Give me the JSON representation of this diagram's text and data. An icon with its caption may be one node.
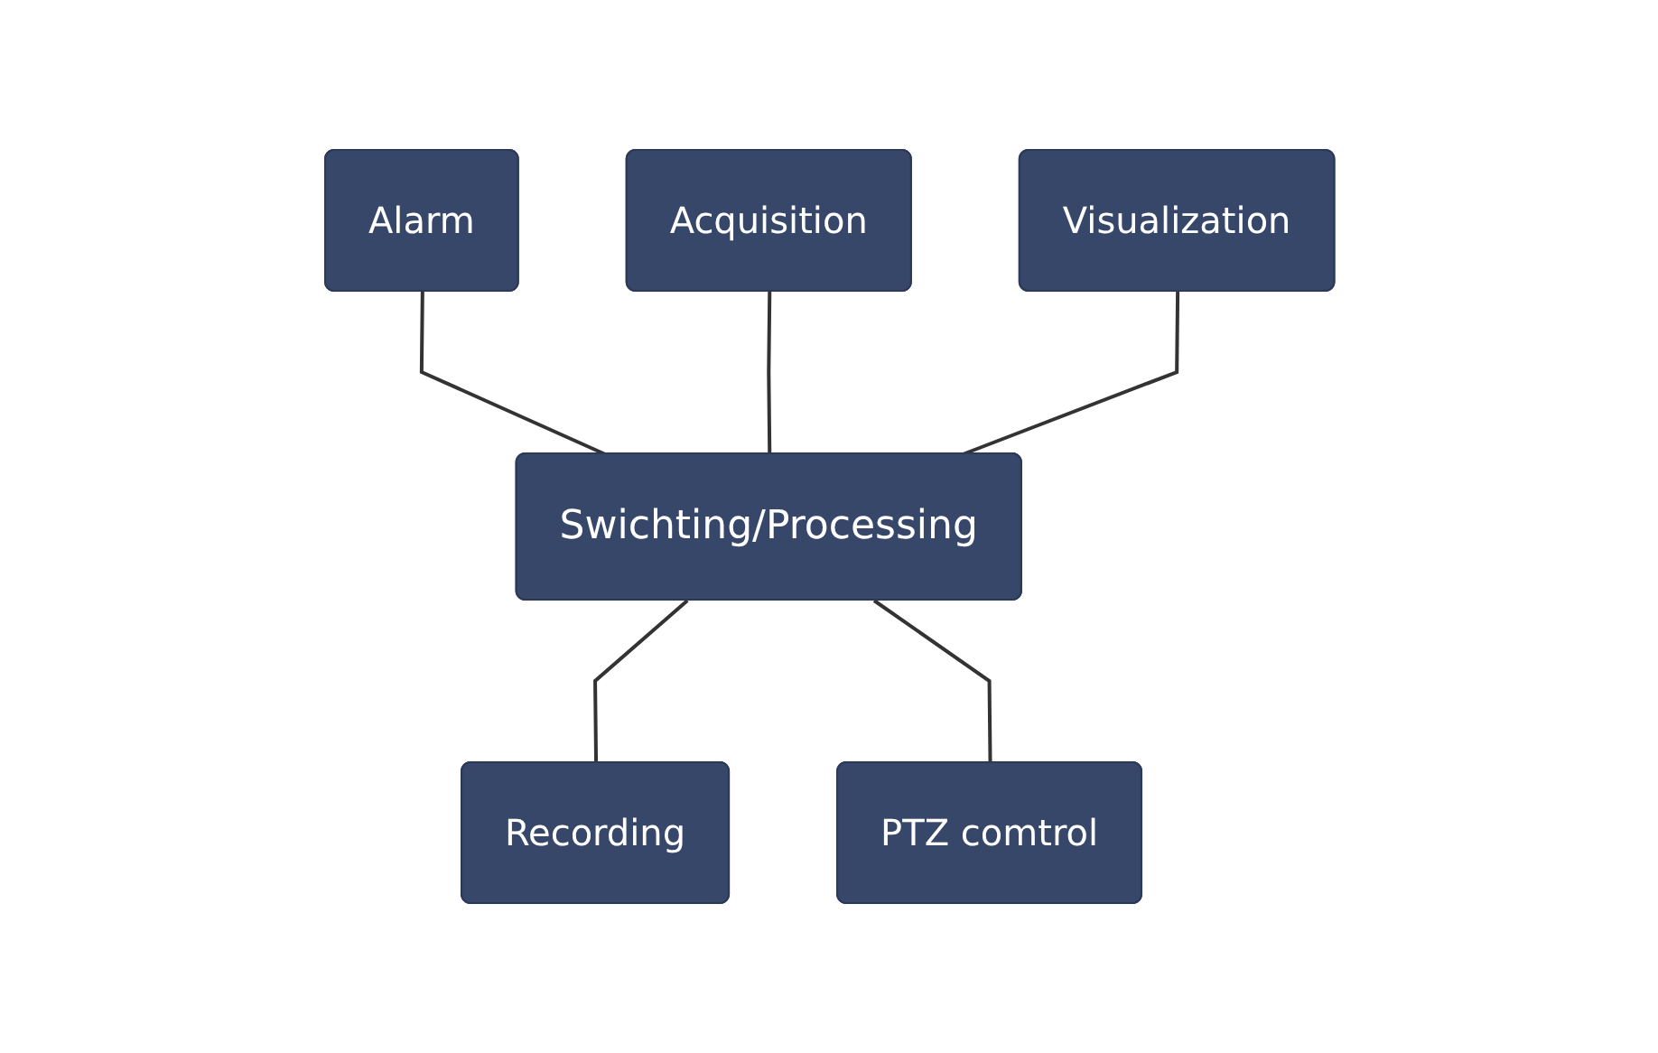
{
  "diagram": {
    "nodes": [
      {
        "text": [
          "Alarm"
        ]
      },
      {
        "text": [
          "Acquisition"
        ]
      },
      {
        "text": [
          "Visualization"
        ]
      },
      {
        "text": [
          "Swichting/Processing"
        ]
      },
      {
        "text": [
          "Recording"
        ]
      },
      {
        "text": [
          "PTZ comtrol"
        ]
      }
    ],
    "edges": [
      {
        "from": 0,
        "to": 3,
        "arrow": "none"
      },
      {
        "from": 1,
        "to": 3,
        "arrow": "none"
      },
      {
        "from": 2,
        "to": 3,
        "arrow": "none"
      },
      {
        "from": 3,
        "to": 4,
        "arrow": "none"
      },
      {
        "from": 3,
        "to": 5,
        "arrow": "none"
      }
    ]
  }
}
